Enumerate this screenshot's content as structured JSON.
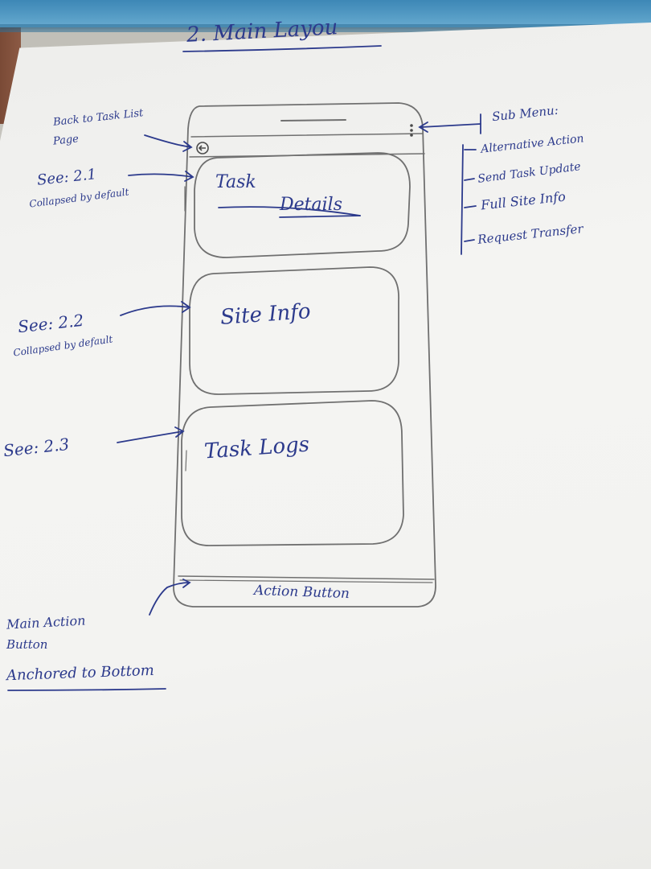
{
  "page_title": "2. Main Layou",
  "phone": {
    "cards": [
      {
        "title_line1": "Task",
        "title_line2": "Details"
      },
      {
        "title": "Site Info"
      },
      {
        "title": "Task Logs"
      }
    ],
    "action_button_label": "Action Button"
  },
  "annotations": {
    "back": {
      "line1": "Back to Task List",
      "line2": "Page"
    },
    "see_2_1": {
      "ref": "See: 2.1",
      "note": "Collapsed by default"
    },
    "see_2_2": {
      "ref": "See: 2.2",
      "note": "Collapsed by default"
    },
    "see_2_3": {
      "ref": "See: 2.3"
    },
    "main_action": {
      "line1": "Main Action",
      "line2": "Button",
      "line3": "Anchored to Bottom"
    }
  },
  "sub_menu": {
    "title": "Sub Menu:",
    "items": [
      "Alternative Action",
      "Send Task Update",
      "Full Site Info",
      "Request Transfer"
    ]
  },
  "colors": {
    "ink": "#2c3a8c",
    "pencil": "#6b6b6b",
    "folder": "#4a93c0",
    "paper": "#f2f2f0"
  }
}
